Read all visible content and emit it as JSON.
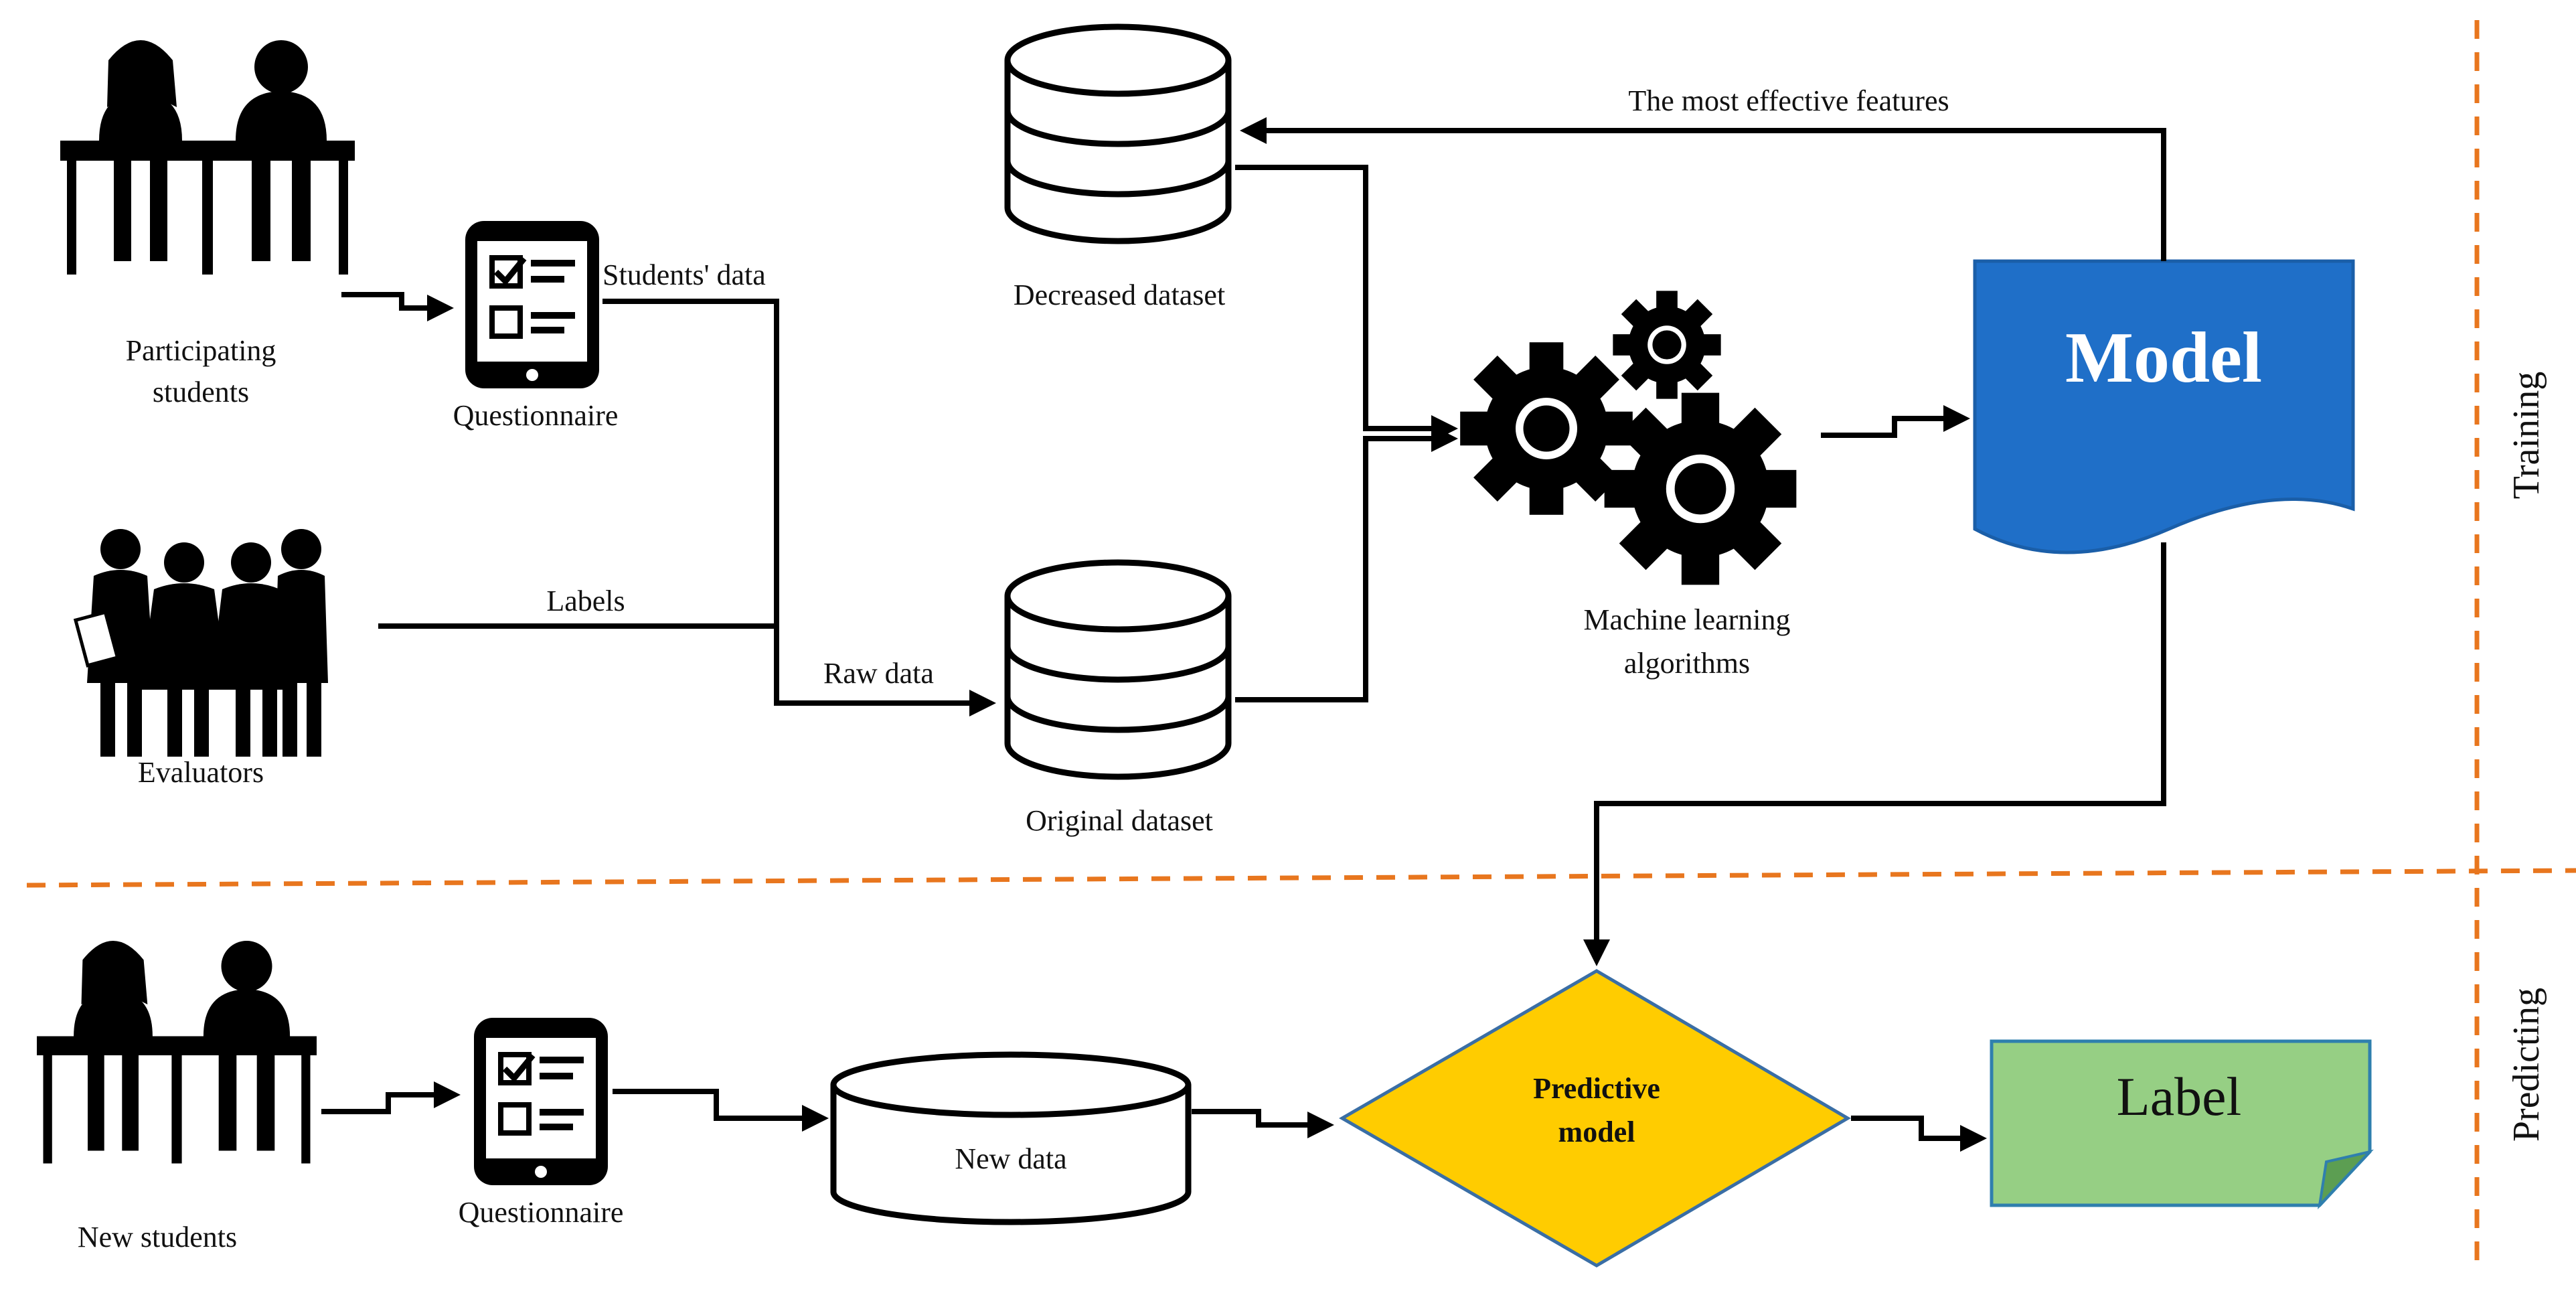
{
  "training": {
    "participants_label_1": "Participating",
    "participants_label_2": "students",
    "questionnaire_label": "Questionnaire",
    "students_data_label": "Students' data",
    "evaluators_label": "Evaluators",
    "labels_label": "Labels",
    "raw_data_label": "Raw data",
    "original_dataset_label": "Original dataset",
    "decreased_dataset_label": "Decreased dataset",
    "features_label": "The most effective features",
    "ml_label_1": "Machine learning",
    "ml_label_2": "algorithms",
    "model_label": "Model",
    "section_label": "Training"
  },
  "predicting": {
    "new_students_label": "New students",
    "questionnaire_label": "Questionnaire",
    "new_data_label": "New data",
    "predictive_label_1": "Predictive",
    "predictive_label_2": "model",
    "output_label": "Label",
    "section_label": "Predicting"
  },
  "colors": {
    "model_blue": "#1f6fc8",
    "model_border": "#1a5ea8",
    "predictive_yellow": "#ffcc00",
    "predictive_border": "#3a6ea5",
    "label_green": "#96cf84",
    "label_border": "#2f7fae",
    "divider_orange": "#e8761e"
  },
  "icons": [
    "people-at-desk-icon",
    "tablet-checklist-icon",
    "evaluators-group-icon",
    "database-icon",
    "gears-icon"
  ]
}
